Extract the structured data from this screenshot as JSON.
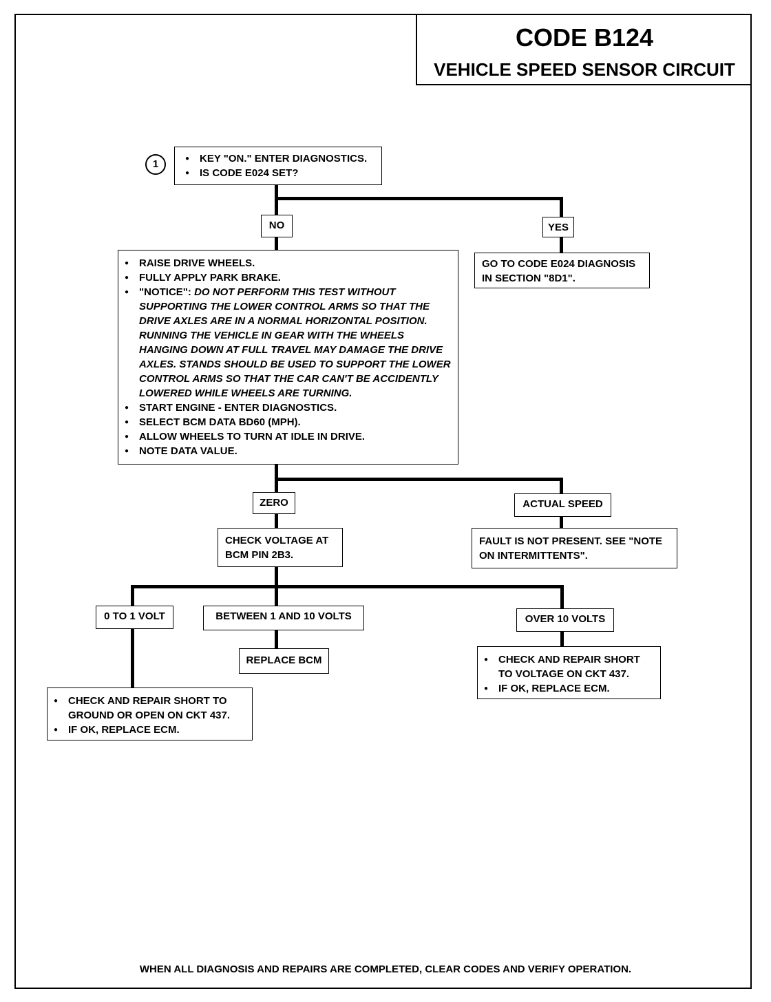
{
  "title": {
    "code": "CODE B124",
    "subtitle": "VEHICLE SPEED SENSOR CIRCUIT"
  },
  "step_number": "1",
  "start": {
    "items": [
      "KEY \"ON.\" ENTER DIAGNOSTICS.",
      "IS CODE E024 SET?"
    ]
  },
  "branch1": {
    "no": "NO",
    "yes": "YES"
  },
  "yes_action": {
    "lines": [
      "GO TO CODE E024 DIAGNOSIS",
      "IN SECTION \"8D1\"."
    ]
  },
  "no_action": {
    "items": [
      "RAISE DRIVE WHEELS.",
      "FULLY APPLY PARK BRAKE."
    ],
    "notice_label": "\"NOTICE\":",
    "notice_text": "DO NOT PERFORM THIS TEST WITHOUT SUPPORTING THE LOWER CONTROL ARMS SO THAT THE DRIVE AXLES ARE IN A NORMAL HORIZONTAL POSITION. RUNNING THE VEHICLE IN GEAR WITH THE WHEELS HANGING DOWN AT FULL TRAVEL MAY DAMAGE THE DRIVE AXLES. STANDS SHOULD BE USED TO SUPPORT THE LOWER CONTROL ARMS SO THAT THE CAR CAN'T BE ACCIDENTLY LOWERED WHILE WHEELS ARE TURNING.",
    "items2": [
      "START ENGINE - ENTER DIAGNOSTICS.",
      "SELECT BCM DATA BD60 (MPH).",
      "ALLOW WHEELS TO TURN AT IDLE IN DRIVE.",
      "NOTE DATA VALUE."
    ]
  },
  "branch2": {
    "zero": "ZERO",
    "actual": "ACTUAL SPEED"
  },
  "actual_action": {
    "lines": [
      "FAULT IS NOT PRESENT. SEE \"NOTE",
      "ON INTERMITTENTS\"."
    ]
  },
  "zero_action": {
    "lines": [
      "CHECK VOLTAGE AT",
      "BCM PIN 2B3."
    ]
  },
  "branch3": {
    "low": "0 TO 1 VOLT",
    "mid": "BETWEEN 1 AND 10 VOLTS",
    "high": "OVER 10 VOLTS"
  },
  "mid_action": {
    "text": "REPLACE BCM"
  },
  "low_action": {
    "items": [
      "CHECK AND REPAIR SHORT TO GROUND OR OPEN ON CKT 437.",
      "IF OK, REPLACE ECM."
    ]
  },
  "high_action": {
    "items": [
      "CHECK AND REPAIR SHORT TO VOLTAGE ON CKT 437.",
      "IF OK, REPLACE ECM."
    ]
  },
  "footer": "WHEN ALL DIAGNOSIS AND REPAIRS ARE COMPLETED, CLEAR CODES AND VERIFY OPERATION."
}
